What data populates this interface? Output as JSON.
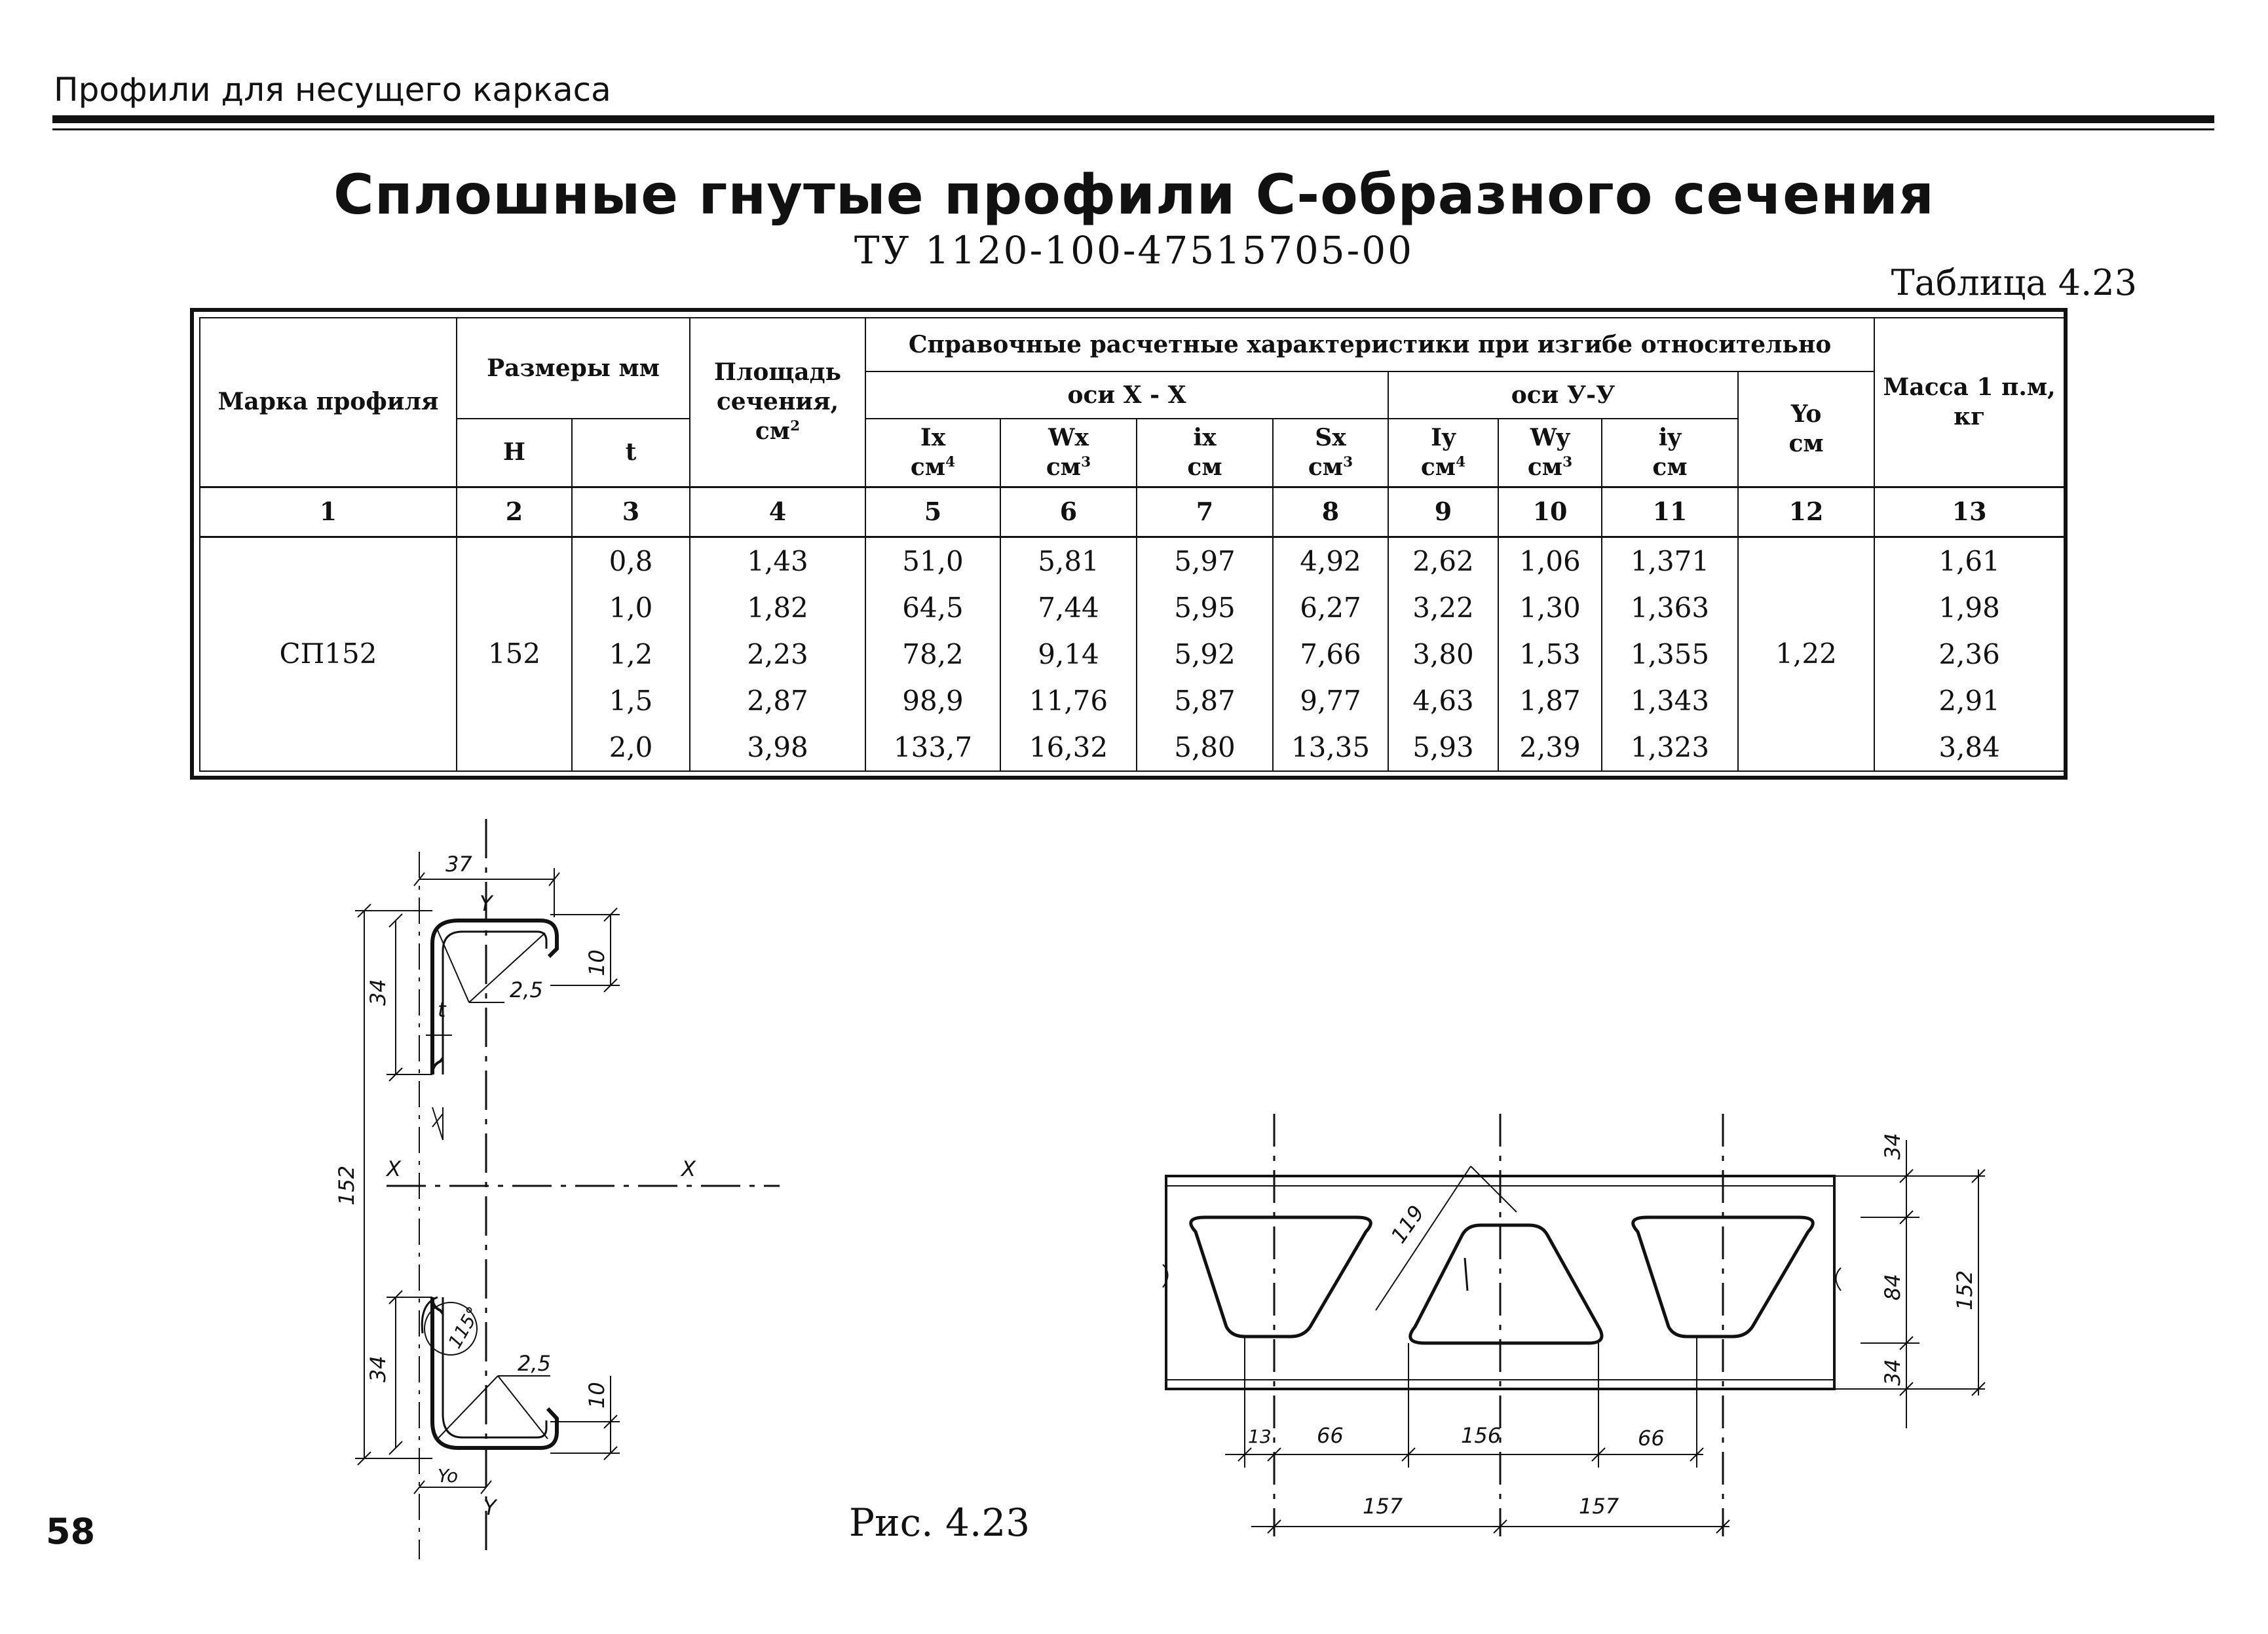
{
  "header": {
    "section": "Профили для несущего каркаса"
  },
  "title": "Сплошные гнутые  профили С-образного сечения",
  "subtitle": "ТУ 1120-100-47515705-00",
  "table_label": "Таблица 4.23",
  "table": {
    "h_marka": "Марка профиля",
    "h_razmery": "Размеры мм",
    "h_H": "H",
    "h_t": "t",
    "h_area": "Площадь сечения,",
    "h_area_unit": "см",
    "h_sprav": "Справочные расчетные характеристики при изгибе относительно",
    "h_osi_x": "оси X - X",
    "h_osi_y": "оси У-У",
    "h_Ix": "Ix",
    "u_Ix": "см",
    "h_Wx": "Wx",
    "u_Wx": "см",
    "h_ix": "ix",
    "u_ix": "см",
    "h_Sx": "Sx",
    "u_Sx": "см",
    "h_Iy": "Iy",
    "u_Iy": "см",
    "h_Wy": "Wy",
    "u_Wy": "см",
    "h_iy": "iy",
    "u_iy": "см",
    "h_Yo": "Yo",
    "u_Yo": "см",
    "h_mass": "Масса 1 п.м, кг",
    "sup2": "2",
    "sup3": "3",
    "sup4": "4",
    "col_numbers": [
      "1",
      "2",
      "3",
      "4",
      "5",
      "6",
      "7",
      "8",
      "9",
      "10",
      "11",
      "12",
      "13"
    ],
    "marka": "СП152",
    "H": "152",
    "Yo": "1,22",
    "rows": [
      {
        "t": "0,8",
        "area": "1,43",
        "Ix": "51,0",
        "Wx": "5,81",
        "ix": "5,97",
        "Sx": "4,92",
        "Iy": "2,62",
        "Wy": "1,06",
        "iy": "1,371",
        "mass": "1,61"
      },
      {
        "t": "1,0",
        "area": "1,82",
        "Ix": "64,5",
        "Wx": "7,44",
        "ix": "5,95",
        "Sx": "6,27",
        "Iy": "3,22",
        "Wy": "1,30",
        "iy": "1,363",
        "mass": "1,98"
      },
      {
        "t": "1,2",
        "area": "2,23",
        "Ix": "78,2",
        "Wx": "9,14",
        "ix": "5,92",
        "Sx": "7,66",
        "Iy": "3,80",
        "Wy": "1,53",
        "iy": "1,355",
        "mass": "2,36"
      },
      {
        "t": "1,5",
        "area": "2,87",
        "Ix": "98,9",
        "Wx": "11,76",
        "ix": "5,87",
        "Sx": "9,77",
        "Iy": "4,63",
        "Wy": "1,87",
        "iy": "1,343",
        "mass": "2,91"
      },
      {
        "t": "2,0",
        "area": "3,98",
        "Ix": "133,7",
        "Wx": "16,32",
        "ix": "5,80",
        "Sx": "13,35",
        "Iy": "5,93",
        "Wy": "2,39",
        "iy": "1,323",
        "mass": "3,84"
      }
    ]
  },
  "section_drawing": {
    "dim_37": "37",
    "dim_34_top": "34",
    "dim_34_bottom": "34",
    "dim_10_top": "10",
    "dim_10_bottom": "10",
    "dim_152": "152",
    "r_top": "2,5",
    "r_bottom": "2,5",
    "t_label": "t",
    "angle": "115°",
    "axis_x_left": "X",
    "axis_x_right": "X",
    "axis_y_top": "Y",
    "axis_y_bottom": "Y",
    "yo_label": "Yo"
  },
  "perforation_drawing": {
    "dim_34_top": "34",
    "dim_84": "84",
    "dim_34_bottom": "34",
    "dim_152": "152",
    "dim_119": "119",
    "dim_13": "13",
    "dim_66_left": "66",
    "dim_156": "156",
    "dim_66_right": "66",
    "dim_157_left": "157",
    "dim_157_right": "157"
  },
  "figure_caption": "Рис. 4.23",
  "page_number": "58"
}
